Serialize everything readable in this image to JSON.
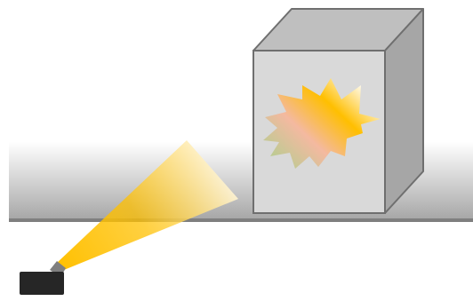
{
  "scene": {
    "description_free": true,
    "elements": [
      {
        "name": "conveyor-belt",
        "kind": "belt"
      },
      {
        "name": "box",
        "kind": "cube"
      },
      {
        "name": "starburst",
        "kind": "starburst"
      },
      {
        "name": "light-beam",
        "kind": "beam"
      },
      {
        "name": "projector-device",
        "kind": "device"
      }
    ]
  },
  "colors": {
    "page_bg": "#ffffff",
    "belt_top": "#ffffff",
    "belt_bottom": "#a6a6a6",
    "belt_edge": "#7f7f7f",
    "box_front": "#d9d9d9",
    "box_top": "#bfbfbf",
    "box_side": "#a6a6a6",
    "box_outline": "#6f6f6f",
    "burst_orange": "#ffbf00",
    "burst_pink": "#f4b9a0",
    "burst_green": "#a9d18e",
    "beam_yellow": "#ffc000",
    "beam_fade": "#ffffff",
    "device_body": "#262626",
    "device_lens": "#7f7f7f"
  }
}
